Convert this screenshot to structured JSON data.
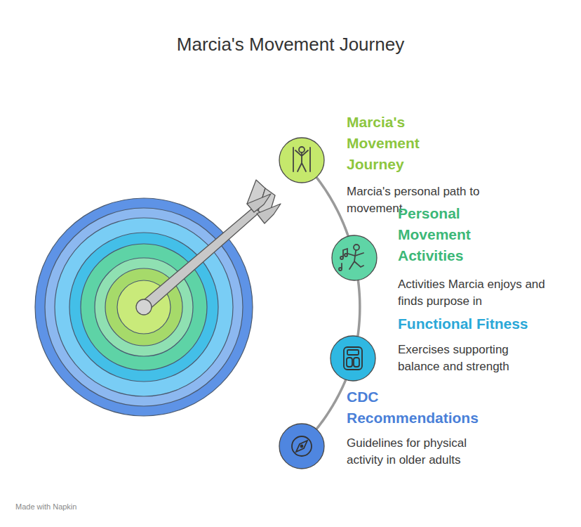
{
  "diagram": {
    "title": "Marcia's Movement Journey",
    "nodes": [
      {
        "text": [
          "Marcia's Movement Journey",
          "Marcia's personal path to movement"
        ]
      },
      {
        "text": [
          "Personal Movement Activities",
          "Activities Marcia enjoys and finds purpose in"
        ]
      },
      {
        "text": [
          "Functional Fitness",
          "Exercises supporting balance and strength"
        ]
      },
      {
        "text": [
          "CDC Recommendations",
          "Guidelines for physical activity in older adults"
        ]
      }
    ],
    "edges": [
      {
        "from": 0,
        "to": 1,
        "arrow": "none"
      },
      {
        "from": 1,
        "to": 2,
        "arrow": "none"
      },
      {
        "from": 2,
        "to": 3,
        "arrow": "none"
      }
    ],
    "labels": [
      "Made with Napkin"
    ]
  }
}
